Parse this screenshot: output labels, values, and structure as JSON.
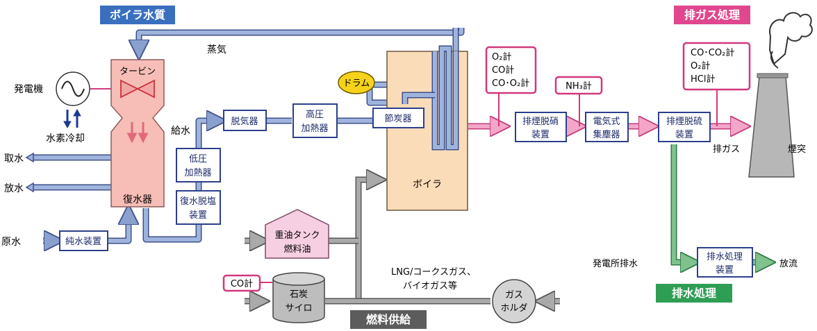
{
  "sections": {
    "boiler_water": "ボイラ水質",
    "exhaust": "排ガス処理",
    "wastewater": "排水処理",
    "fuel_supply": "燃料供給"
  },
  "labels": {
    "steam": "蒸気",
    "turbine": "タービン",
    "generator": "発電機",
    "hydrogen_cooling": "水素冷却",
    "feed_water": "給水",
    "intake": "取水",
    "discharge": "放水",
    "condenser": "復水器",
    "raw_water": "原水",
    "pure_water_unit": "純水装置",
    "deaerator": "脱気器",
    "hp_heater_1": "高圧",
    "hp_heater_2": "加熱器",
    "lp_heater_1": "低圧",
    "lp_heater_2": "加熱器",
    "desalt_1": "復水脱塩",
    "desalt_2": "装置",
    "drum": "ドラム",
    "economizer": "節炭器",
    "boiler": "ボイラ",
    "oil_tank_1": "重油タンク",
    "oil_tank_2": "燃料油",
    "coal_silo_1": "石炭",
    "coal_silo_2": "サイロ",
    "gas_holder_1": "ガス",
    "gas_holder_2": "ホルダ",
    "lng_1": "LNG/コークスガス、",
    "lng_2": "バイオガス等",
    "denox_1": "排煙脱硝",
    "denox_2": "装置",
    "esp_1": "電気式",
    "esp_2": "集塵器",
    "desulf_1": "排煙脱硫",
    "desulf_2": "装置",
    "exhaust_gas": "排ガス",
    "chimney": "煙突",
    "plant_wastewater": "発電所排水",
    "ww_unit_1": "排水処理",
    "ww_unit_2": "装置",
    "outflow": "放流"
  },
  "meters": {
    "co_meter": "CO計",
    "boiler_out_1": "O₂計",
    "boiler_out_2": "CO計",
    "boiler_out_3": "CO･O₂計",
    "nh3": "NH₃計",
    "stack_1": "CO･CO₂計",
    "stack_2": "O₂計",
    "stack_3": "HCl計"
  },
  "colors": {
    "water_line": "#9fb4dc",
    "water_stroke": "#3d4f8a",
    "gas_line": "#f4a6c8",
    "fuel_line": "#a9aaa9",
    "wastewater_line": "#7fc28e",
    "section_blue": "#3a6fbf",
    "section_pink": "#e0478f",
    "section_green": "#2f9e55",
    "section_gray": "#5c5c5c",
    "box_border": "#2b3f8c",
    "meter_border": "#d2387c",
    "boiler_fill": "#fbdcb8",
    "condenser_fill": "#f7bdb7"
  }
}
